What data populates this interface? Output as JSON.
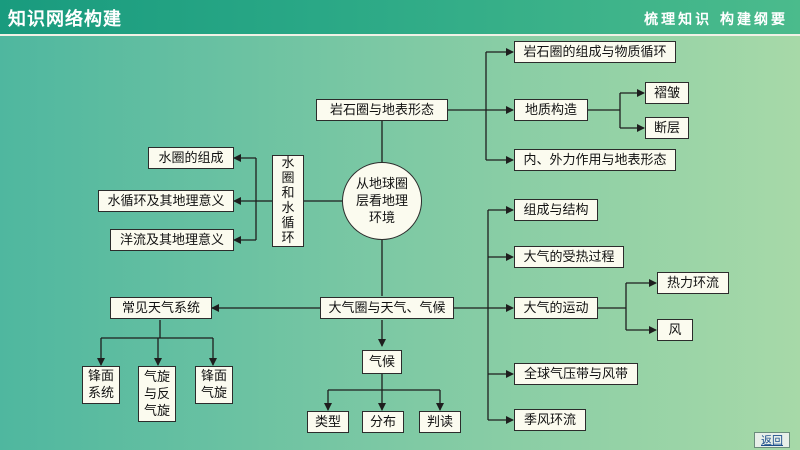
{
  "header": {
    "title": "知识网络构建",
    "subtitle": "梳理知识  构建纲要"
  },
  "center": "从地球圈层看地理环境",
  "lithosphere": {
    "main": "岩石圈与地表形态",
    "items": [
      "岩石圈的组成与物质循环",
      "地质构造",
      "内、外力作用与地表形态"
    ],
    "structure_sub": [
      "褶皱",
      "断层"
    ]
  },
  "hydrosphere": {
    "main": "水圈和水循环",
    "items": [
      "水圈的组成",
      "水循环及其地理意义",
      "洋流及其地理意义"
    ]
  },
  "atmosphere": {
    "main": "大气圈与天气、气候",
    "items": [
      "组成与结构",
      "大气的受热过程",
      "大气的运动",
      "全球气压带与风带",
      "季风环流"
    ],
    "motion_sub": [
      "热力环流",
      "风"
    ],
    "weather": "常见天气系统",
    "weather_sub": [
      "锋面系统",
      "气旋与反气旋",
      "锋面气旋"
    ],
    "climate": "气候",
    "climate_sub": [
      "类型",
      "分布",
      "判读"
    ]
  },
  "nav": {
    "back": "返回"
  }
}
